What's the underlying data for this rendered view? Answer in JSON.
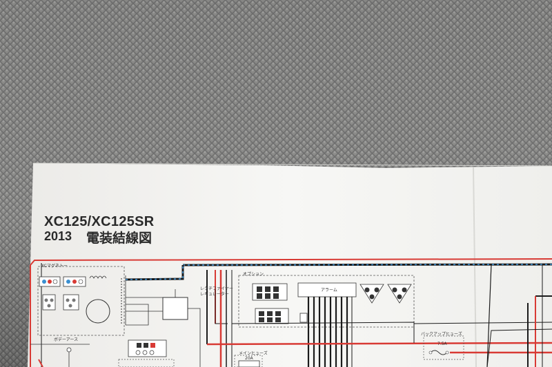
{
  "document": {
    "model": "XC125/XC125SR",
    "year": "2013",
    "caption": "電装結線図"
  },
  "diagram_labels": {
    "magneto": "XCマグネトー",
    "option": "オプション",
    "rectifier": "レクチファイヤー",
    "regulator": "レギュレーター",
    "alarm": "アラーム",
    "body_earth": "ボデーアース",
    "backup_fuse": "バックアップヒューズ",
    "backup_fuse_rating": "7.5A",
    "main_fuse": "メインヒューズ",
    "main_fuse_rating": "20A"
  },
  "colors": {
    "paper": "#f4f4f2",
    "mat": "#7c7c7a",
    "wire_red": "#d83a34",
    "wire_blue": "#3b8fd0",
    "wire_black": "#1a1a1a"
  }
}
